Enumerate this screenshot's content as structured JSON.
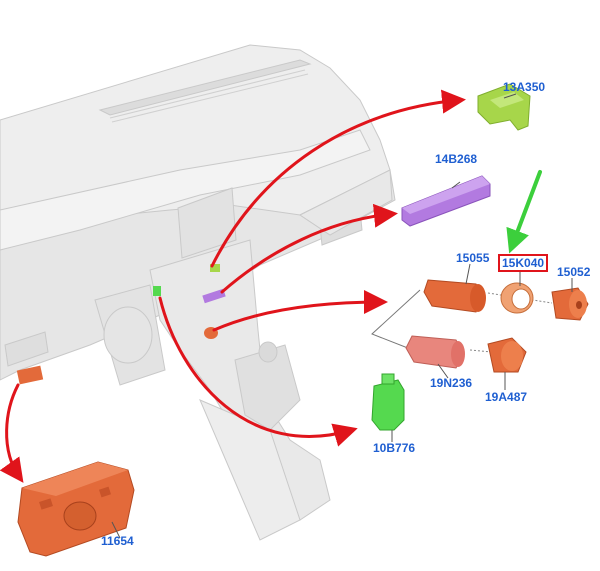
{
  "colors": {
    "callout_text": "#1f5fd1",
    "arrow_red": "#e0141b",
    "arrow_green": "#3ccf3c",
    "highlight_box": "#e0141b",
    "part_green_yellow": "#a7d64a",
    "part_purple": "#b27ae0",
    "part_orange": "#e36a3a",
    "part_pink": "#e8867d",
    "part_green": "#55d94f",
    "dashboard": "#e4e4e4"
  },
  "parts": [
    {
      "id": "13A350",
      "color_key": "part_green_yellow"
    },
    {
      "id": "14B268",
      "color_key": "part_purple"
    },
    {
      "id": "15055",
      "color_key": "part_orange"
    },
    {
      "id": "15K040",
      "color_key": "part_orange",
      "highlighted": true
    },
    {
      "id": "15052",
      "color_key": "part_orange"
    },
    {
      "id": "19N236",
      "color_key": "part_pink"
    },
    {
      "id": "19A487",
      "color_key": "part_orange"
    },
    {
      "id": "10B776",
      "color_key": "part_green"
    },
    {
      "id": "11654",
      "color_key": "part_orange"
    }
  ],
  "labels": {
    "p13A350": "13A350",
    "p14B268": "14B268",
    "p15055": "15055",
    "p15K040": "15K040",
    "p15052": "15052",
    "p19N236": "19N236",
    "p19A487": "19A487",
    "p10B776": "10B776",
    "p11654": "11654"
  }
}
